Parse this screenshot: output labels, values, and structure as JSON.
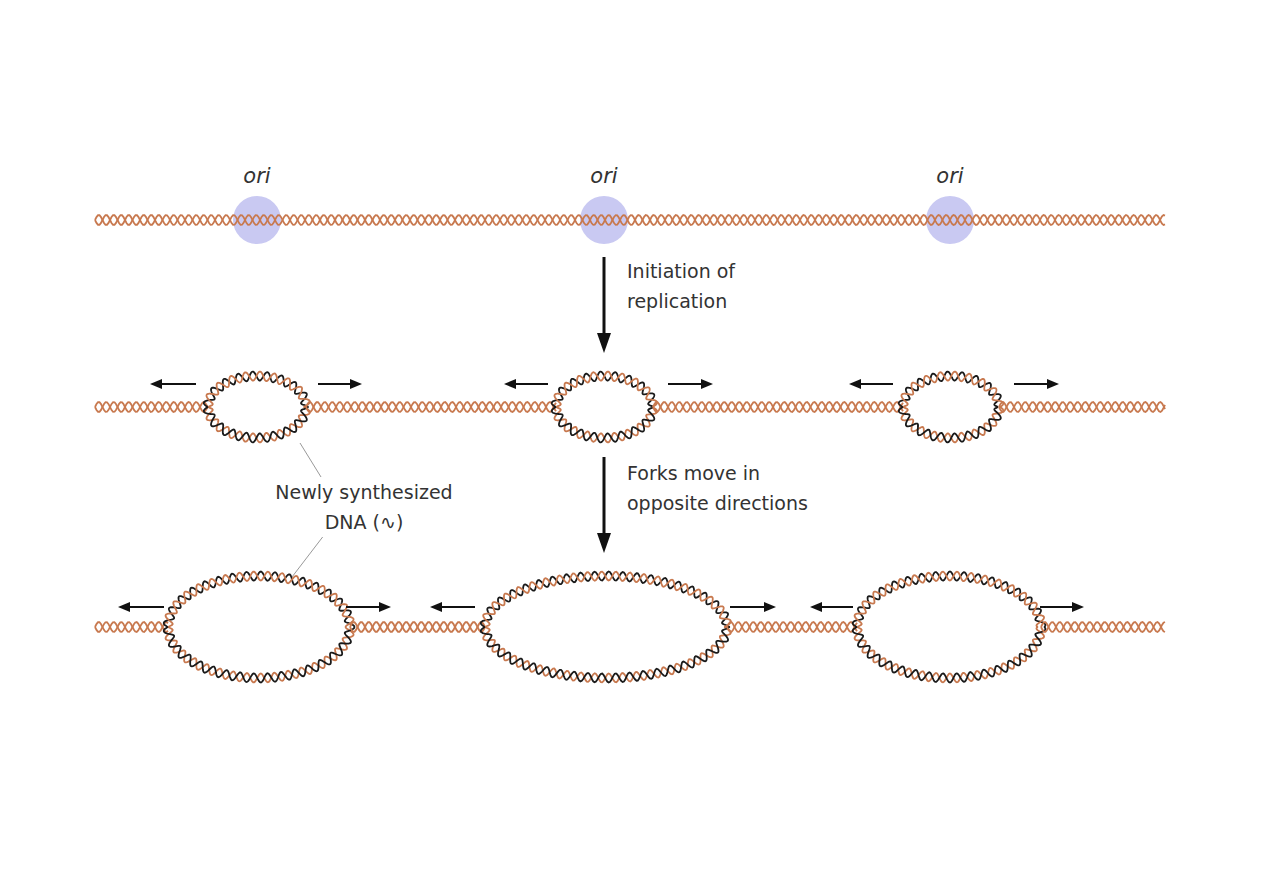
{
  "diagram": {
    "labels": [
      "ori",
      "ori",
      "ori",
      "Initiation of replication",
      "Forks move in opposite directions",
      "Newly synthesized DNA (∿)"
    ]
  }
}
